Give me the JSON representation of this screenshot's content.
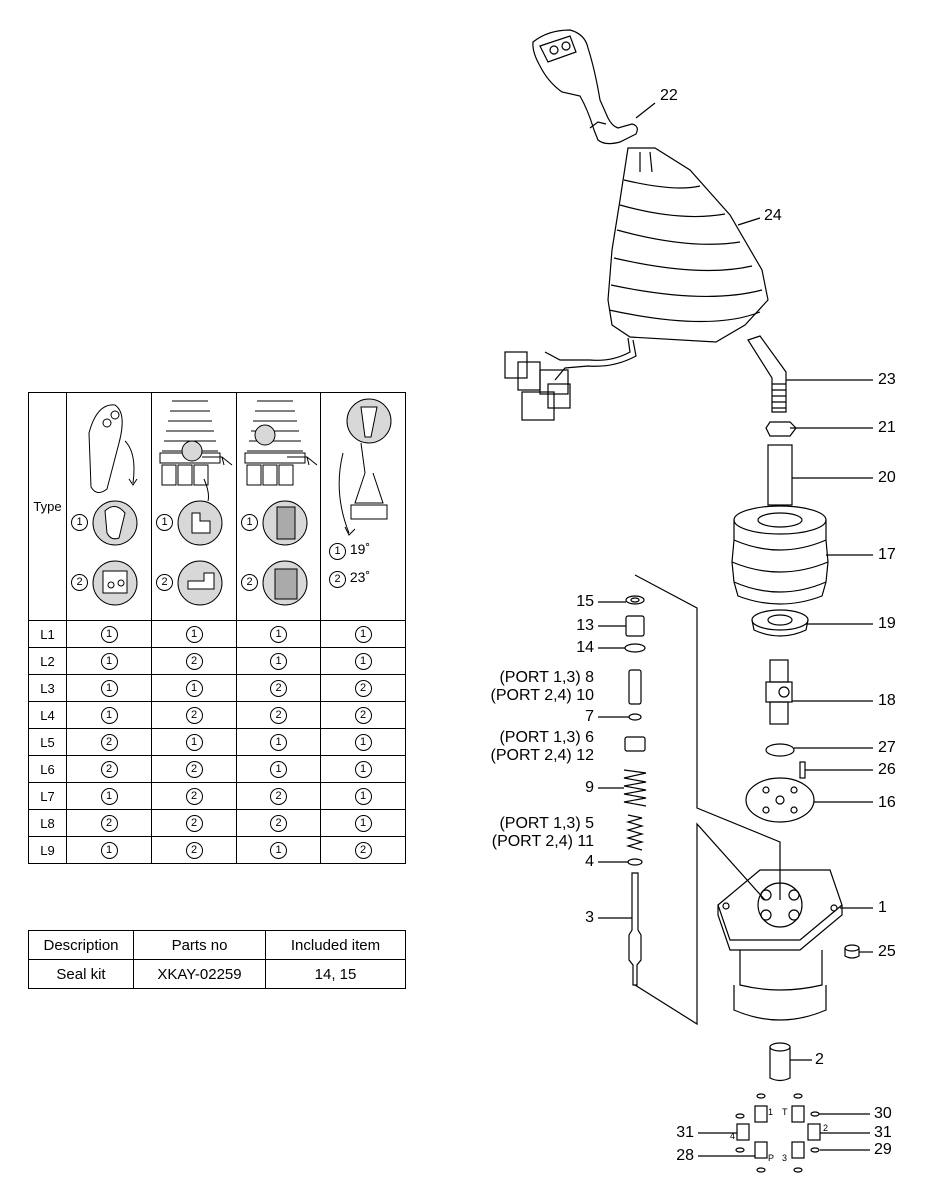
{
  "type_table": {
    "header_label": "Type",
    "type_options": [
      {
        "circle": "1",
        "label": "19˚"
      },
      {
        "circle": "2",
        "label": "23˚"
      }
    ],
    "icon_circles": [
      "1",
      "2"
    ],
    "rows": [
      {
        "label": "L1",
        "cells": [
          "1",
          "1",
          "1",
          "1"
        ]
      },
      {
        "label": "L2",
        "cells": [
          "1",
          "2",
          "1",
          "1"
        ]
      },
      {
        "label": "L3",
        "cells": [
          "1",
          "1",
          "2",
          "2"
        ]
      },
      {
        "label": "L4",
        "cells": [
          "1",
          "2",
          "2",
          "2"
        ]
      },
      {
        "label": "L5",
        "cells": [
          "2",
          "1",
          "1",
          "1"
        ]
      },
      {
        "label": "L6",
        "cells": [
          "2",
          "2",
          "1",
          "1"
        ]
      },
      {
        "label": "L7",
        "cells": [
          "1",
          "2",
          "2",
          "1"
        ]
      },
      {
        "label": "L8",
        "cells": [
          "2",
          "2",
          "2",
          "1"
        ]
      },
      {
        "label": "L9",
        "cells": [
          "1",
          "2",
          "1",
          "2"
        ]
      }
    ]
  },
  "seal_table": {
    "headers": [
      "Description",
      "Parts no",
      "Included item"
    ],
    "row": [
      "Seal kit",
      "XKAY-02259",
      "14, 15"
    ]
  },
  "callouts_right": {
    "c22": "22",
    "c24": "24",
    "c23": "23",
    "c21": "21",
    "c20": "20",
    "c17": "17",
    "c19": "19",
    "c18": "18",
    "c27": "27",
    "c26": "26",
    "c16": "16",
    "c1": "1",
    "c25": "25",
    "c2": "2",
    "c30": "30",
    "c31b": "31",
    "c29": "29"
  },
  "callouts_left": {
    "c15": "15",
    "c13": "13",
    "c14": "14",
    "c8": "(PORT 1,3)  8",
    "c10": "(PORT 2,4) 10",
    "c7": "7",
    "c6": "(PORT 1,3)  6",
    "c12": "(PORT 2,4) 12",
    "c9": "9",
    "c5": "(PORT 1,3)  5",
    "c11": "(PORT 2,4) 11",
    "c4": "4",
    "c3": "3",
    "c31a": "31",
    "c28": "28"
  },
  "port_labels": {
    "p1": "1",
    "pT": "T",
    "p4": "4",
    "p2": "2",
    "pP": "P",
    "p3": "3"
  }
}
